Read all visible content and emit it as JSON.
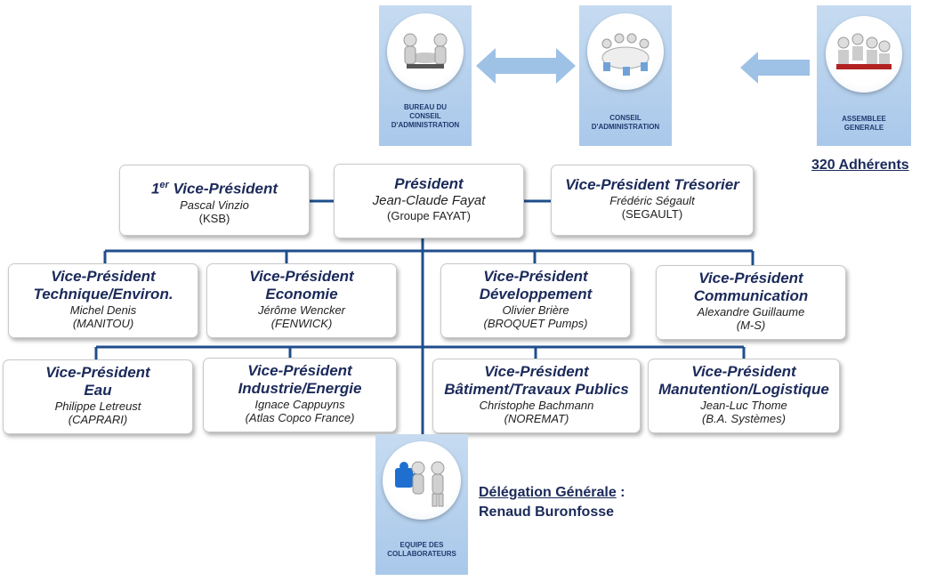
{
  "panels": {
    "bureau": "BUREAU DU\nCONSEIL\nD'ADMINISTRATION",
    "conseil": "CONSEIL\nD'ADMINISTRATION",
    "assemblee": "ASSEMBLEE\nGENERALE",
    "equipe": "EQUIPE DES\nCOLLABORATEURS"
  },
  "adherents": "320 Adhérents",
  "delegation": {
    "title": "Délégation Générale",
    "colon": " :",
    "name": "Renaud Buronfosse"
  },
  "top_row": {
    "vp1": {
      "title_pre": "1",
      "title_sup": "er",
      "title_post": " Vice-Président",
      "name": "Pascal Vinzio",
      "company": "(KSB)"
    },
    "president": {
      "title": "Président",
      "name": "Jean-Claude Fayat",
      "company": "(Groupe FAYAT)"
    },
    "tresorier": {
      "title": "Vice-Président Trésorier",
      "name": "Frédéric Ségault",
      "company": "(SEGAULT)"
    }
  },
  "row2": [
    {
      "title": "Vice-Président",
      "subtitle": "Technique/Environ.",
      "name": "Michel Denis",
      "company": "(MANITOU)"
    },
    {
      "title": "Vice-Président",
      "subtitle": "Economie",
      "name": "Jérôme Wencker",
      "company": "(FENWICK)"
    },
    {
      "title": "Vice-Président",
      "subtitle": "Développement",
      "name": "Olivier Brière",
      "company": "(BROQUET Pumps)"
    },
    {
      "title": "Vice-Président",
      "subtitle": "Communication",
      "name": "Alexandre Guillaume",
      "company": "(M-S)"
    }
  ],
  "row3": [
    {
      "title": "Vice-Président",
      "subtitle": "Eau",
      "name": "Philippe Letreust",
      "company": "(CAPRARI)"
    },
    {
      "title": "Vice-Président",
      "subtitle": "Industrie/Energie",
      "name": "Ignace Cappuyns",
      "company": "(Atlas Copco France)"
    },
    {
      "title": "Vice-Président",
      "subtitle": "Bâtiment/Travaux Publics",
      "name": "Christophe Bachmann",
      "company": "(NOREMAT)"
    },
    {
      "title": "Vice-Président",
      "subtitle": "Manutention/Logistique",
      "name": "Jean-Luc Thome",
      "company": "(B.A. Systèmes)"
    }
  ],
  "colors": {
    "line": "#1f4e8c",
    "panel": "#b7d1ee",
    "arrow": "#9ec1e6",
    "title": "#1b2a5a"
  },
  "icons": [
    "meeting-figures-icon",
    "round-table-icon",
    "audience-figures-icon",
    "puzzle-team-icon"
  ]
}
